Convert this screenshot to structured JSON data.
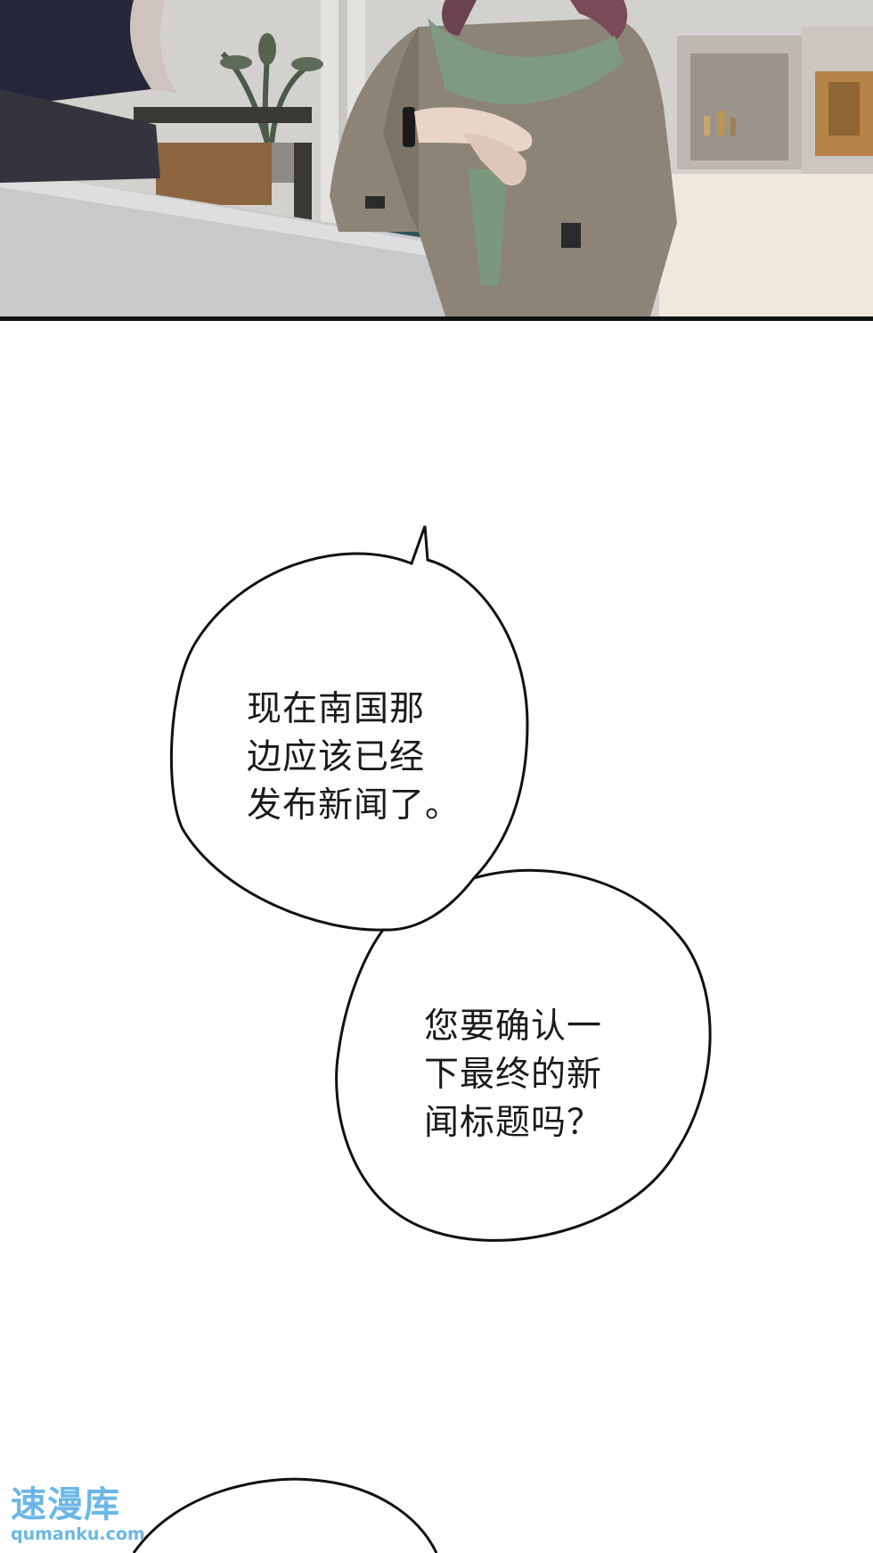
{
  "bubbles": [
    {
      "lines": [
        "现在南国那",
        "边应该已经",
        "发布新闻了。"
      ]
    },
    {
      "lines": [
        "您要确认一",
        "下最终的新",
        "闻标题吗？"
      ]
    }
  ],
  "watermark": {
    "logo": "速漫库",
    "url": "qumanku.com"
  },
  "colors": {
    "ink": "#111111",
    "watermark": "#6ab7e6",
    "scarf": "#7f9a83",
    "coat": "#8c8477"
  }
}
